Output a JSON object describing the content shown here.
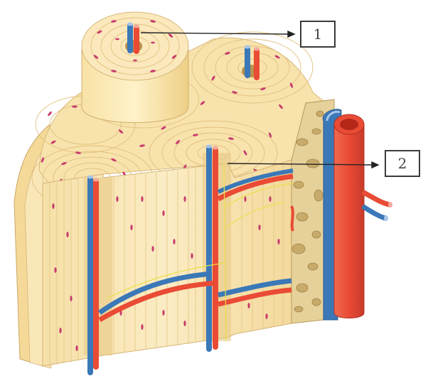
{
  "callouts": [
    {
      "label": "1"
    },
    {
      "label": "2"
    }
  ],
  "colors": {
    "bone": "#f9e6b3",
    "bone_dark": "#efd18f",
    "bone_line": "#e6c98a",
    "lacuna": "#c83c6e",
    "artery": "#e94b35",
    "vein": "#3b78b7",
    "nerve": "#e8e24a",
    "spongy": "#d9c48d",
    "leader": "#222222"
  },
  "icons": [
    "compact-bone-block",
    "osteon",
    "haversian-canal",
    "volkmann-canal",
    "periosteal-artery",
    "spongy-bone"
  ]
}
